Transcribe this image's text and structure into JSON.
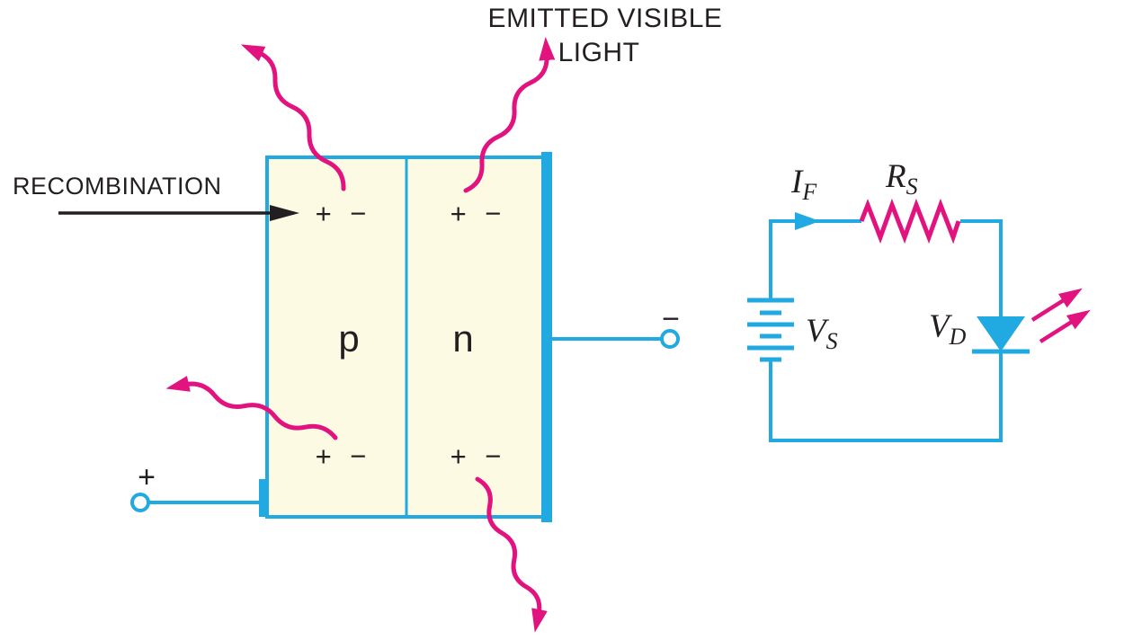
{
  "figure": {
    "title_line1": "EMITTED VISIBLE",
    "title_line2": "LIGHT",
    "recombination": "RECOMBINATION"
  },
  "junction": {
    "p_region": "p",
    "n_region": "n",
    "charge_pairs": [
      "+ −",
      "+ −",
      "+ −",
      "+ −"
    ],
    "anode_terminal": "+",
    "cathode_terminal": "−"
  },
  "circuit": {
    "forward_current": {
      "symbol": "I",
      "subscript": "F"
    },
    "series_resistor": {
      "symbol": "R",
      "subscript": "S"
    },
    "supply_voltage": {
      "symbol": "V",
      "subscript": "S"
    },
    "diode_voltage": {
      "symbol": "V",
      "subscript": "D"
    }
  },
  "colors": {
    "wire_cyan": "#21A9E1",
    "magenta": "#E2137E",
    "junction_fill": "#FCFAE3",
    "text_black": "#231F20"
  }
}
